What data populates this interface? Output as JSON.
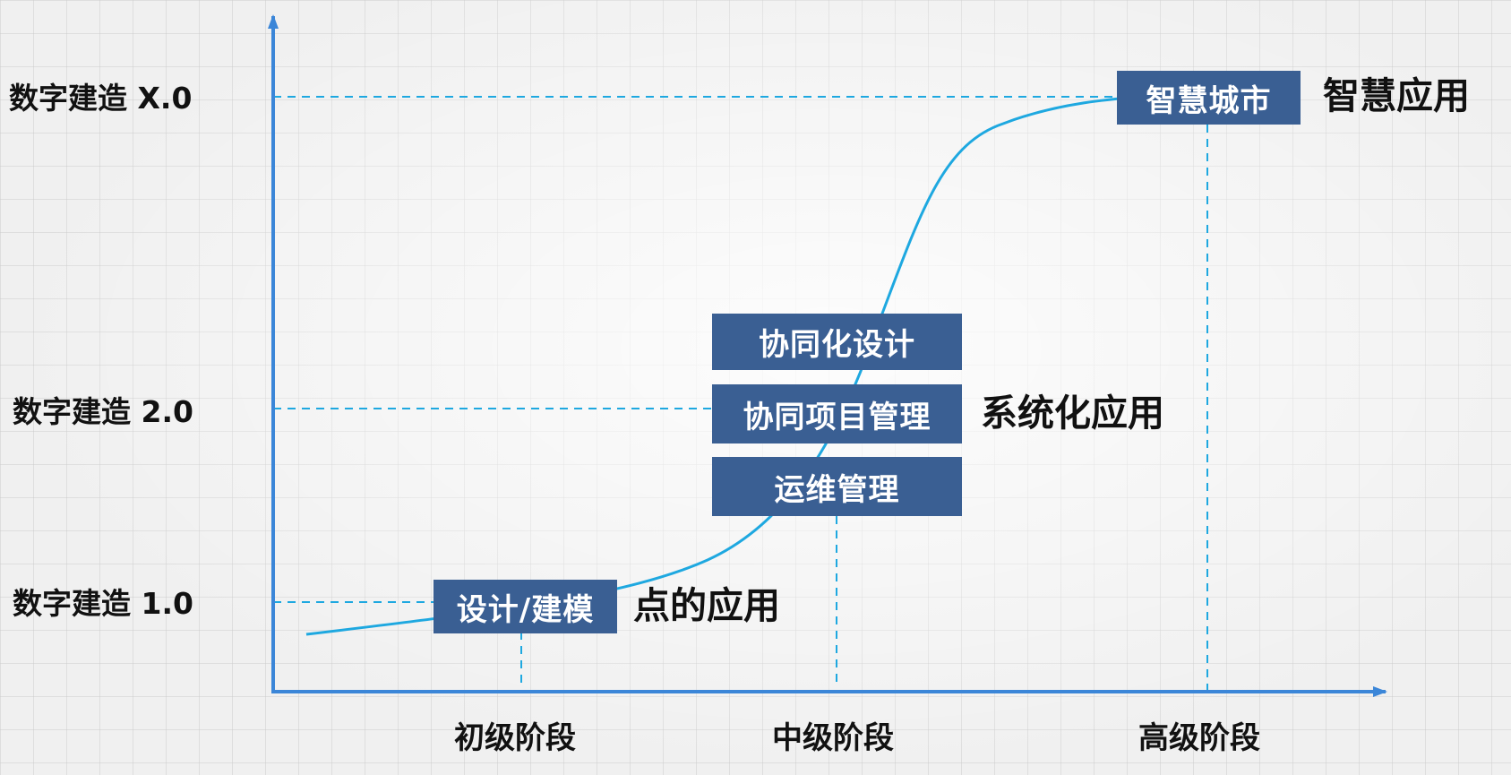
{
  "levels": [
    {
      "label": "数字建造 X.0"
    },
    {
      "label": "数字建造 2.0"
    },
    {
      "label": "数字建造 1.0"
    }
  ],
  "stages": [
    {
      "label": "初级阶段"
    },
    {
      "label": "中级阶段"
    },
    {
      "label": "高级阶段"
    }
  ],
  "boxes": {
    "design_modeling": "设计/建模",
    "collab_design": "协同化设计",
    "collab_project_mgmt": "协同项目管理",
    "ops_mgmt": "运维管理",
    "smart_city": "智慧城市"
  },
  "applications": {
    "point": "点的应用",
    "system": "系统化应用",
    "smart": "智慧应用"
  },
  "colors": {
    "axis": "#3b86d8",
    "curve": "#1ea8e0",
    "dashed": "#1ea8e0",
    "box": "#3a5f93"
  }
}
